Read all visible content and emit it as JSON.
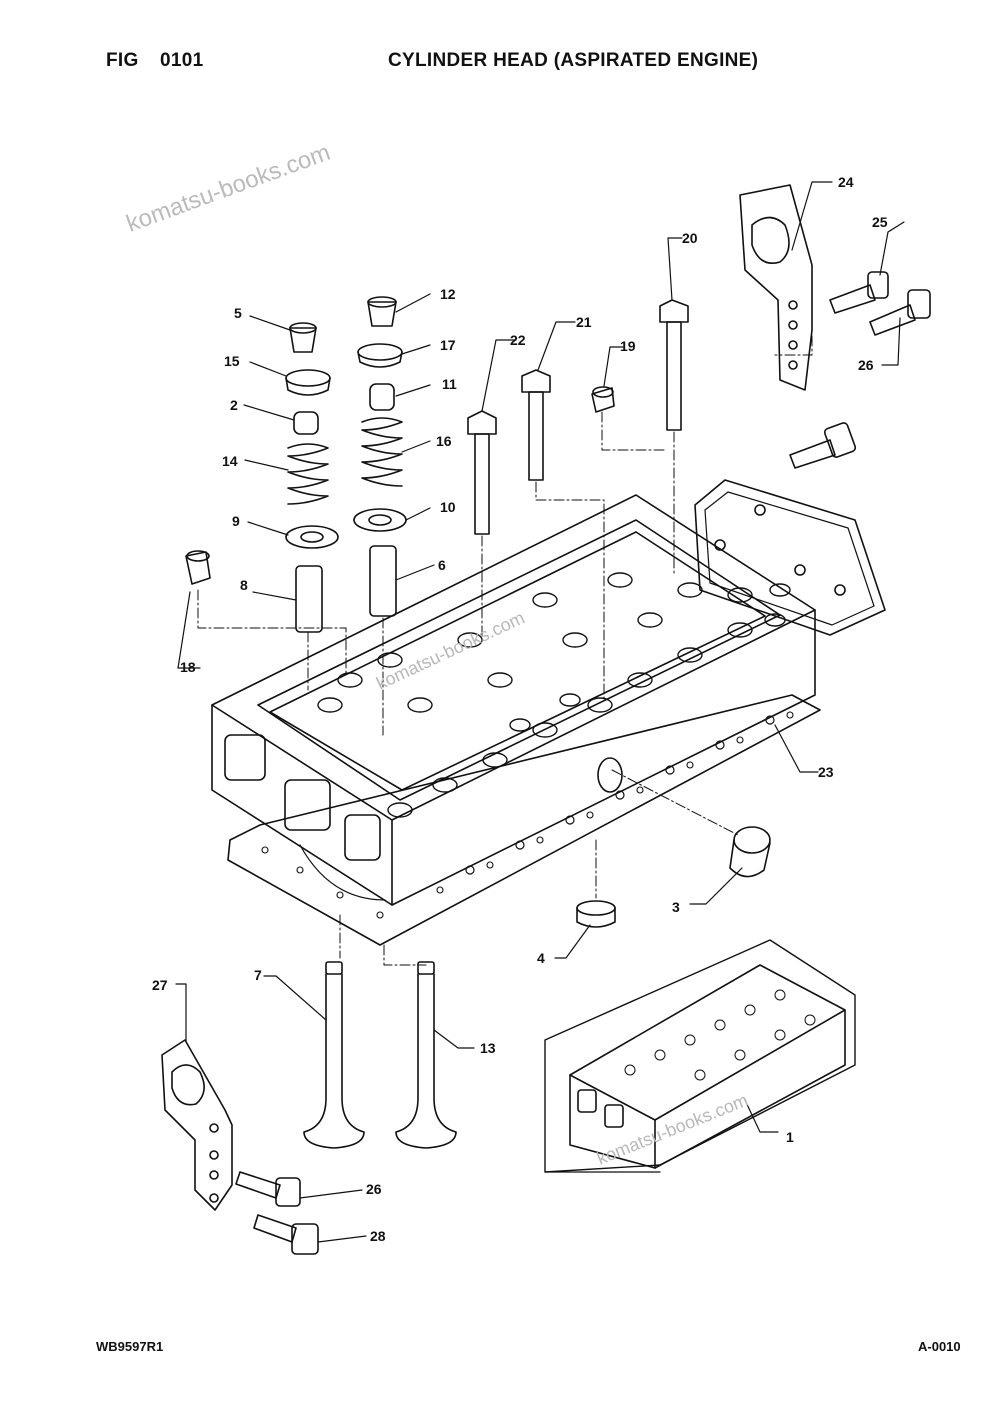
{
  "header": {
    "fig_label": "FIG",
    "fig_number": "0101",
    "title": "CYLINDER HEAD (ASPIRATED ENGINE)"
  },
  "footer": {
    "doc_code": "WB9597R1",
    "page_code": "A-0010"
  },
  "watermark": {
    "text": "komatsu-books.com"
  },
  "callouts": {
    "c1": "1",
    "c2": "2",
    "c3": "3",
    "c4": "4",
    "c5": "5",
    "c6": "6",
    "c7": "7",
    "c8": "8",
    "c9": "9",
    "c10": "10",
    "c11": "11",
    "c12": "12",
    "c13": "13",
    "c14": "14",
    "c15": "15",
    "c16": "16",
    "c17": "17",
    "c18": "18",
    "c19": "19",
    "c20": "20",
    "c21": "21",
    "c22": "22",
    "c23": "23",
    "c24": "24",
    "c25": "25",
    "c26a": "26",
    "c26b": "26",
    "c27": "27",
    "c28": "28"
  },
  "colors": {
    "ink": "#111111",
    "watermark": "#bbbbbb",
    "background": "#ffffff"
  }
}
